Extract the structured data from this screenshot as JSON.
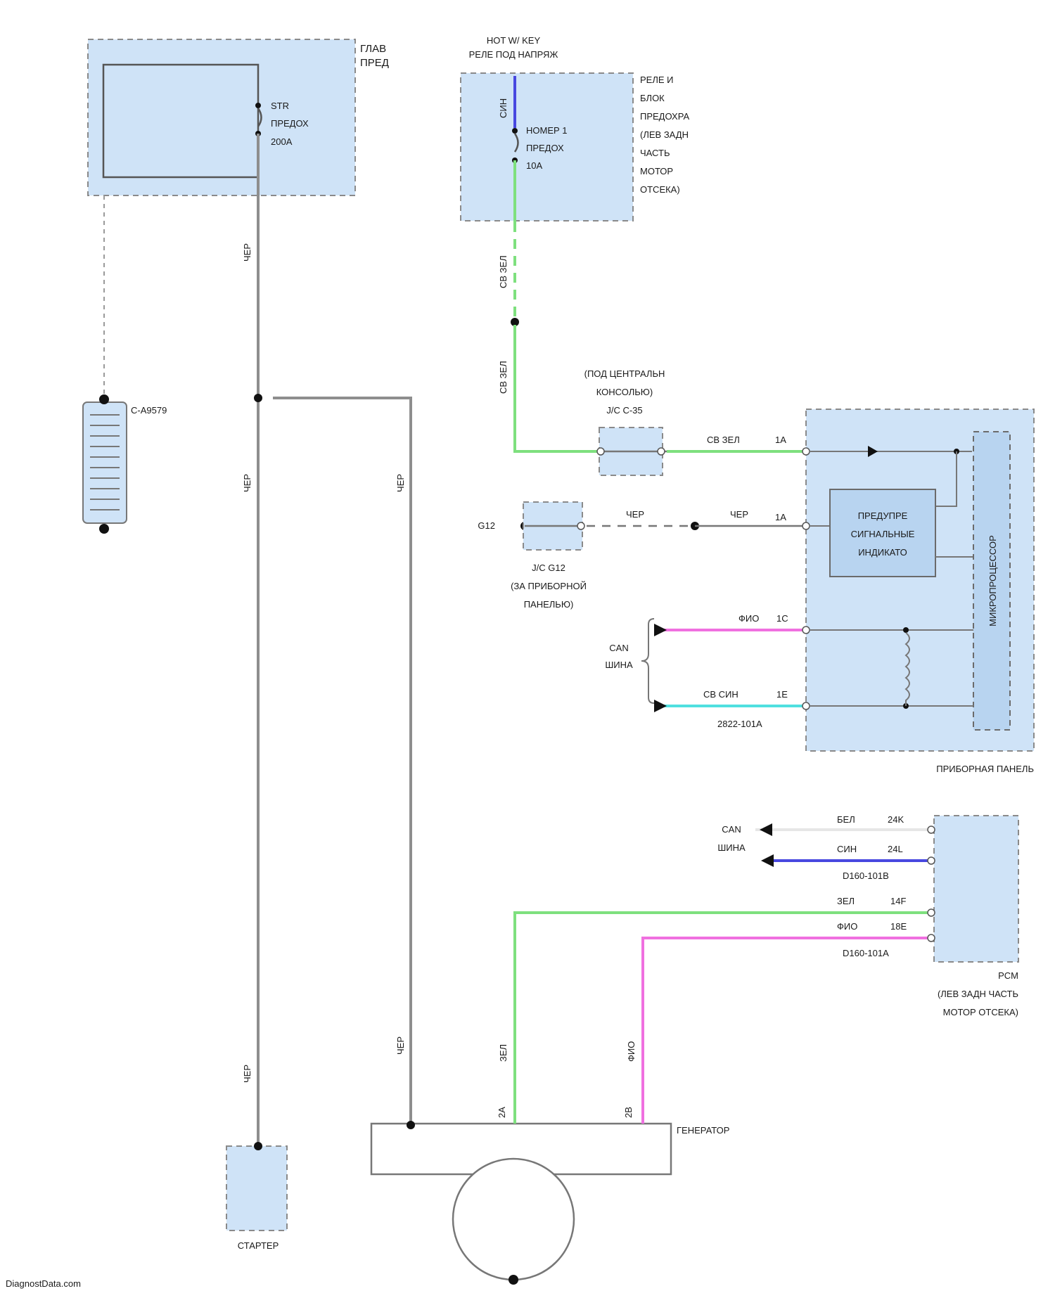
{
  "colors": {
    "gray": "#8e8e8e",
    "green": "#7ee07e",
    "blue": "#4848e0",
    "magenta": "#f070e0",
    "cyan": "#50e0e0",
    "white_wire": "#e6e6e6",
    "box_fill": "#cfe3f7",
    "box_inner": "#b8d4f0"
  },
  "components": {
    "main_fuse_box": {
      "label_line1": "ГЛАВ",
      "label_line2": "ПРЕД"
    },
    "fuse_str": {
      "name": "STR",
      "type": "ПРЕДОХ",
      "rating": "200A"
    },
    "hot_label": {
      "line1": "HOT W/ KEY",
      "line2": "РЕЛЕ ПОД НАПРЯЖ"
    },
    "relay_box": {
      "lines": [
        "РЕЛЕ И",
        "БЛОК",
        "ПРЕДОХРА",
        "(ЛЕВ ЗАДН",
        "ЧАСТЬ",
        "МОТОР",
        "ОТСЕКА)"
      ]
    },
    "fuse_2": {
      "name": "НОМЕР 1",
      "type": "ПРЕДОХ",
      "rating": "10A"
    },
    "battery": {
      "label": "C-A9579"
    },
    "connector_c35": {
      "line1": "(ПОД ЦЕНТРАЛЬН",
      "line2": "КОНСОЛЬЮ)",
      "line3": "J/C C-35"
    },
    "ground": {
      "label": "G12"
    },
    "connector_g12": {
      "line1": "J/C G12",
      "line2": "(ЗА ПРИБОРНОЙ",
      "line3": "ПАНЕЛЬЮ)"
    },
    "instrument_panel": {
      "label": "ПРИБОРНАЯ ПАНЕЛЬ"
    },
    "warning_indicator": {
      "line1": "ПРЕДУПРЕ",
      "line2": "СИГНАЛЬНЫЕ",
      "line3": "ИНДИКАТО"
    },
    "microprocessor": {
      "label": "МИКРОПРОЦЕССОР"
    },
    "can_bus_upper": {
      "line1": "CAN",
      "line2": "ШИНА"
    },
    "can_bus_lower": {
      "line1": "CAN",
      "line2": "ШИНА"
    },
    "pcm": {
      "name": "PCM",
      "line1": "(ЛЕВ ЗАДН ЧАСТЬ",
      "line2": "МОТОР ОТСЕКА)"
    },
    "starter": {
      "label": "СТАРТЕР"
    },
    "alternator": {
      "label": "ГЕНЕРАТОР"
    }
  },
  "wires": {
    "blue_top": "СИН",
    "green_vert_1": "СВ ЗЕЛ",
    "green_vert_2": "СВ ЗЕЛ",
    "green_h": "СВ ЗЕЛ",
    "green_h_pin": "1A",
    "black_ground": "ЧЕР",
    "black_ground_2": "ЧЕР",
    "black_pin": "1A",
    "magenta_can": "ФИО",
    "magenta_pin": "1C",
    "cyan_can": "СВ СИН",
    "cyan_pin": "1E",
    "cluster_conn": "2822-101A",
    "black_main_1": "ЧЕР",
    "black_main_2": "ЧЕР",
    "black_main_3": "ЧЕР",
    "black_main_4": "ЧЕР",
    "black_main_5": "ЧЕР",
    "pcm_white": "БЕЛ",
    "pcm_white_pin": "24K",
    "pcm_blue": "СИН",
    "pcm_blue_pin": "24L",
    "pcm_conn_b": "D160-101B",
    "pcm_green": "ЗЕЛ",
    "pcm_green_pin": "14F",
    "pcm_magenta": "ФИО",
    "pcm_magenta_pin": "18E",
    "pcm_conn_a": "D160-101A",
    "alt_green": "ЗЕЛ",
    "alt_magenta": "ФИО",
    "alt_pin_1": "2A",
    "alt_pin_2": "2B"
  },
  "footer": {
    "watermark": "DiagnostData.com"
  }
}
